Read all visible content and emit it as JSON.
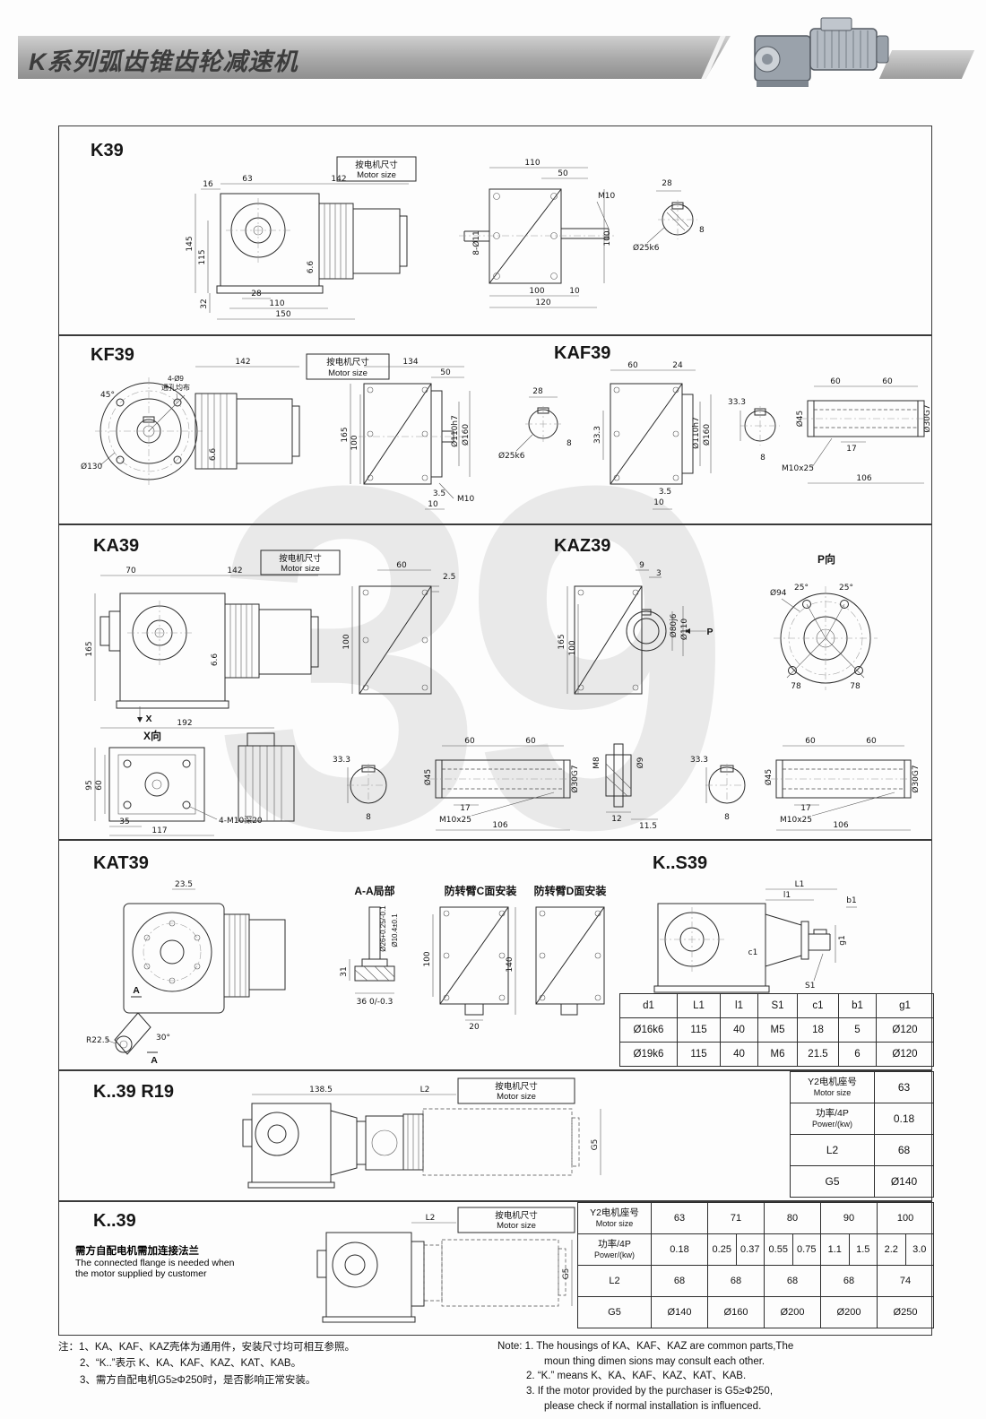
{
  "header": {
    "title": "K系列弧齿锥齿轮减速机"
  },
  "watermark": "39",
  "motor_size": {
    "cn": "按电机尺寸",
    "en": "Motor size"
  },
  "k39": {
    "title": "K39",
    "sv": {
      "d16": "16",
      "d63": "63",
      "d142": "142",
      "d145": "145",
      "d115": "115",
      "d32": "32",
      "d66": "6.6",
      "d28": "28",
      "d110": "110",
      "d150": "150"
    },
    "tv": {
      "d110": "110",
      "d50": "50",
      "m10": "M10",
      "d100r": "100",
      "holes": "8-Ø11",
      "d100": "100",
      "d10": "10",
      "d120": "120"
    },
    "sh": {
      "d28": "28",
      "d25": "Ø25k6",
      "d8": "8"
    }
  },
  "kf39": {
    "title": "KF39",
    "fv": {
      "d142": "142",
      "holes": "4-Ø9",
      "holes2": "通孔均布",
      "a45": "45°",
      "d130": "Ø130",
      "d66": "6.6"
    },
    "sv": {
      "d134": "134",
      "d50": "50",
      "d110h7": "Ø110h7",
      "d160": "Ø160",
      "d165": "165",
      "d100": "100",
      "d35": "3.5",
      "d10": "10",
      "m10": "M10"
    },
    "sh": {
      "d28": "28",
      "d25": "Ø25k6",
      "d8": "8"
    }
  },
  "kaf39": {
    "title": "KAF39",
    "sv": {
      "d60": "60",
      "d24": "24",
      "d333": "33.3",
      "d110h7": "Ø110h7",
      "d160": "Ø160",
      "d35": "3.5",
      "d10": "10"
    },
    "cs": {
      "d333": "33.3",
      "d8": "8"
    },
    "cy": {
      "d60a": "60",
      "d60b": "60",
      "d45": "Ø45",
      "d17": "17",
      "m10x25": "M10x25",
      "d106": "106",
      "d30": "Ø30G7"
    }
  },
  "ka39": {
    "title": "KA39",
    "sv": {
      "d70": "70",
      "d142": "142",
      "d165": "165",
      "d66": "6.6",
      "d192": "192",
      "x": "X"
    },
    "tv": {
      "d60": "60",
      "d25": "2.5",
      "d100": "100"
    }
  },
  "kaz39": {
    "title": "KAZ39",
    "sv": {
      "d9": "9",
      "d3": "3",
      "d80": "Ø80j6",
      "d110": "Ø110",
      "p": "P",
      "d165": "165",
      "d100": "100"
    },
    "pv": {
      "label": "P向",
      "a25l": "25°",
      "a25r": "25°",
      "d94": "Ø94",
      "d78l": "78",
      "d78r": "78"
    }
  },
  "xv": {
    "label": "X向",
    "d95": "95",
    "d60": "60",
    "d35": "35",
    "d117": "117",
    "holes": "4-M10深20"
  },
  "dl": {
    "d333": "33.3",
    "d8": "8",
    "d60a": "60",
    "d60b": "60",
    "d45": "Ø45",
    "d17": "17",
    "m10x25": "M10x25",
    "d106": "106",
    "d30": "Ø30G7"
  },
  "dm": {
    "m8": "M8",
    "d9": "Ø9",
    "d12": "12",
    "d115": "11.5"
  },
  "dr": {
    "d333": "33.3",
    "d8": "8",
    "d60a": "60",
    "d60b": "60",
    "d45": "Ø45",
    "d17": "17",
    "m10x25": "M10x25",
    "d106": "106",
    "d30": "Ø30G7"
  },
  "kat39": {
    "title": "KAT39",
    "fv": {
      "d235": "23.5",
      "r225": "R22.5",
      "a30": "30°",
      "a1": "A",
      "a2": "A"
    }
  },
  "aa": {
    "label": "A-A局部",
    "d26": "Ø26+0.25/-0.1",
    "d104": "Ø10.4±0.1",
    "d31": "31",
    "d36": "36 0/-0.3"
  },
  "armc": {
    "label": "防转臂C面安装",
    "d100": "100",
    "d140": "140",
    "d20": "20"
  },
  "armd": {
    "label": "防转臂D面安装"
  },
  "ks39": {
    "title": "K..S39",
    "dv": {
      "L1": "L1",
      "l1": "l1",
      "b1": "b1",
      "g1": "g1",
      "c1": "c1",
      "S1": "S1"
    },
    "table": {
      "h": [
        "d1",
        "L1",
        "l1",
        "S1",
        "c1",
        "b1",
        "g1"
      ],
      "r1": [
        "Ø16k6",
        "115",
        "40",
        "M5",
        "18",
        "5",
        "Ø120"
      ],
      "r2": [
        "Ø19k6",
        "115",
        "40",
        "M6",
        "21.5",
        "6",
        "Ø120"
      ]
    }
  },
  "kr19": {
    "title": "K..39 R19",
    "dv": {
      "d1385": "138.5",
      "l2": "L2",
      "g5": "G5"
    },
    "table": {
      "r1c": "Y2电机座号",
      "r1e": "Motor size",
      "r1v": "63",
      "r2c": "功率/4P",
      "r2e": "Power/(kw)",
      "r2v": "0.18",
      "r3l": "L2",
      "r3v": "68",
      "r4l": "G5",
      "r4v": "Ø140"
    }
  },
  "kp": {
    "title": "K..39",
    "note_cn": "需方自配电机需加连接法兰",
    "note_en1": "The connected flange is needed when",
    "note_en2": "the motor supplied by customer",
    "dv": {
      "l2": "L2",
      "g5": "G5"
    },
    "table": {
      "r1c": "Y2电机座号",
      "r1e": "Motor size",
      "sizes": [
        "63",
        "71",
        "80",
        "90",
        "100"
      ],
      "r2c": "功率/4P",
      "r2e": "Power/(kw)",
      "p63": "0.18",
      "p71a": "0.25",
      "p71b": "0.37",
      "p80a": "0.55",
      "p80b": "0.75",
      "p90a": "1.1",
      "p90b": "1.5",
      "p100a": "2.2",
      "p100b": "3.0",
      "r3l": "L2",
      "l2": [
        "68",
        "68",
        "68",
        "68",
        "74"
      ],
      "r4l": "G5",
      "g5": [
        "Ø140",
        "Ø160",
        "Ø200",
        "Ø200",
        "Ø250"
      ]
    }
  },
  "notes": {
    "cn1": "注：1、KA、KAF、KAZ壳体为通用件，安装尺寸均可相互参照。",
    "cn2": "2、“K..”表示 K、KA、KAF、KAZ、KAT、KAB。",
    "cn3": "3、需方自配电机G5≥Φ250时，是否影响正常安装。",
    "en1": "Note: 1.  The housings of KA、KAF、KAZ are common parts,The",
    "en2": "moun thing dimen sions may consult each other.",
    "en3": "2. “K.” means K、KA、KAF、KAZ、KAT、KAB.",
    "en4": "3.  If the motor provided by the purchaser is G5≥Φ250,",
    "en5": "please check if normal installation is influenced."
  }
}
